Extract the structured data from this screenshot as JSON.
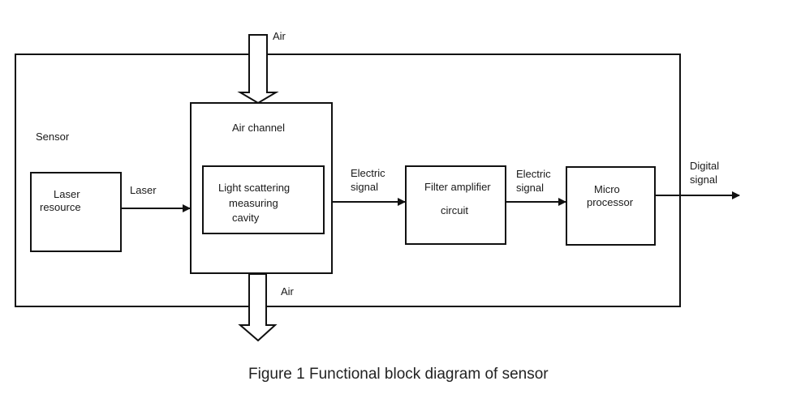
{
  "diagram": {
    "caption": "Figure 1 Functional block diagram of sensor",
    "container_label": "Sensor",
    "blocks": {
      "laser_resource": [
        "Laser",
        "resource"
      ],
      "air_channel": "Air channel",
      "cavity": [
        "Light scattering",
        "measuring",
        "cavity"
      ],
      "filter": [
        "Filter amplifier",
        "circuit"
      ],
      "micro": [
        "Micro",
        "processor"
      ]
    },
    "edges": {
      "air_in": "Air",
      "air_out": "Air",
      "laser": "Laser",
      "electric1": [
        "Electric",
        "signal"
      ],
      "electric2": [
        "Electric",
        "signal"
      ],
      "digital": [
        "Digital",
        "signal"
      ]
    }
  }
}
